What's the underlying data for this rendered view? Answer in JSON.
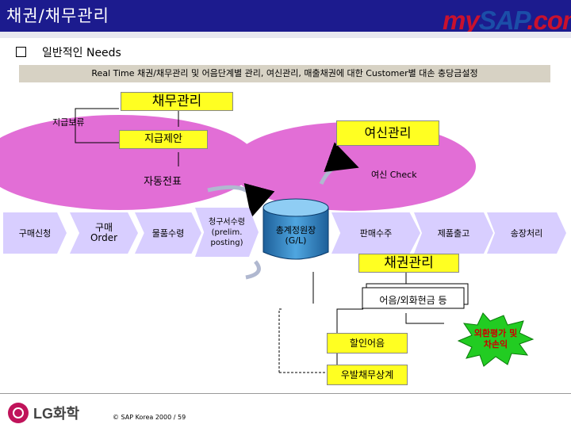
{
  "header": {
    "title": "채권/채무관리",
    "logo_my": "my",
    "logo_sap": "SAP",
    "logo_com": ".com"
  },
  "section": {
    "heading": "일반적인 Needs",
    "banner": "Real Time 채권/채무관리 및 어음단계별 관리, 여신관리, 매출채권에 대한 Customer별 대손 충당금설정"
  },
  "diagram": {
    "payables_label": "채무관리",
    "hold_label": "지급보류",
    "payment_proposal": "지급제안",
    "auto_slip": "자동전표",
    "credit_mgmt": "여신관리",
    "credit_check": "여신 Check",
    "process_steps": [
      "구매신청",
      "구매\nOrder",
      "물품수령",
      "청구서수령\n(prelim.\nposting)",
      "판매수주",
      "제품출고",
      "송장처리"
    ],
    "ledger_label": "총계정원장\n(G/L)",
    "receivables_label": "채권관리",
    "bills_label": "어음/외화현금 등",
    "discount_bills": "할인어음",
    "contingent_offset": "우발채무상계",
    "exchange_label": "외환평가 및\n차손익"
  },
  "footer": {
    "company": "LG화학",
    "copyright": "© SAP Korea 2000 / 59"
  },
  "colors": {
    "title_bar": "#1c1b8e",
    "ellipse": "#e26ed6",
    "highlight": "#ffff22",
    "chevron": "#d8ceff",
    "cylinder": "#2d7fc0"
  }
}
